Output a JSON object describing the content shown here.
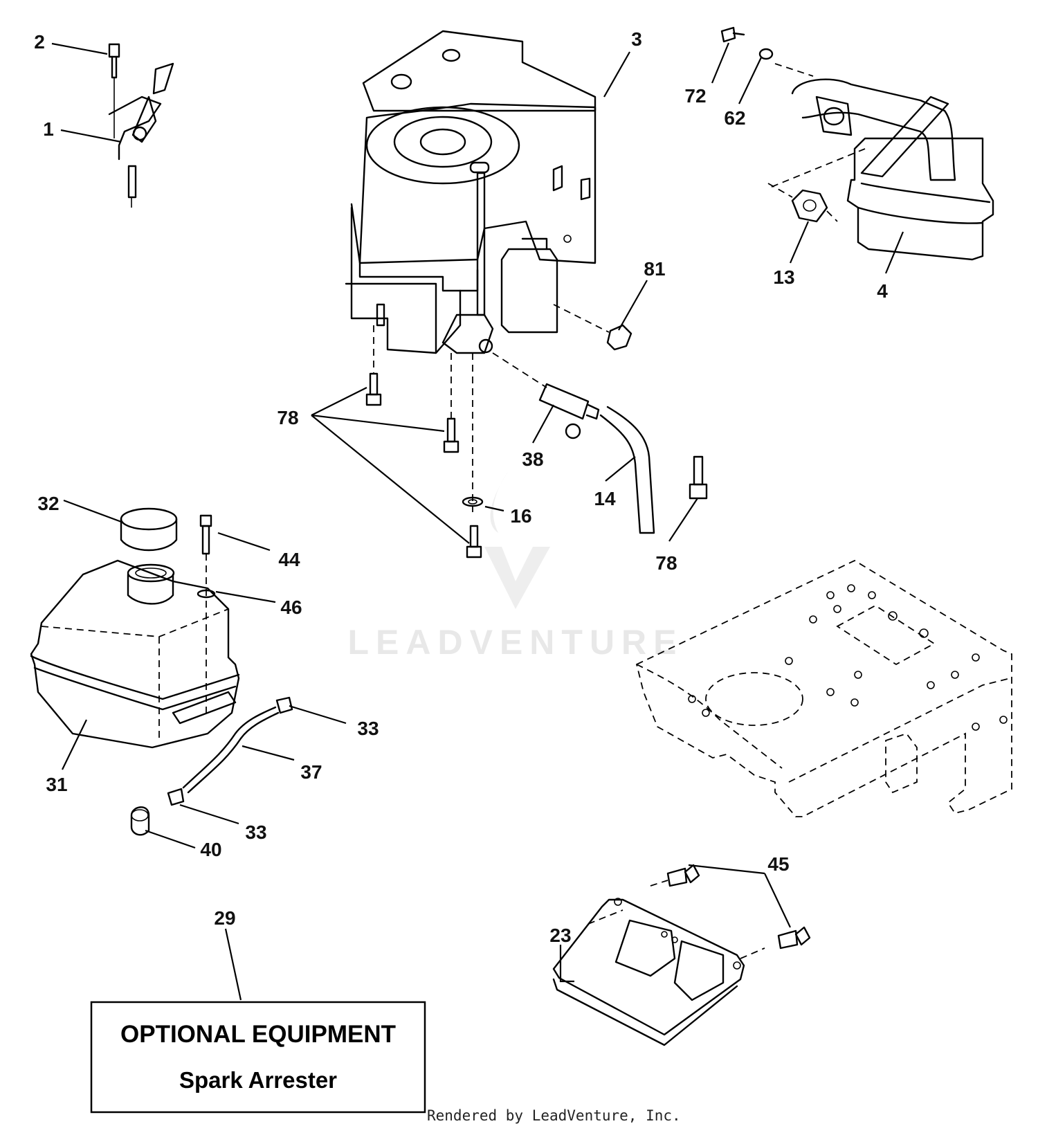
{
  "callouts": {
    "c1": "1",
    "c2": "2",
    "c3": "3",
    "c4": "4",
    "c13": "13",
    "c14": "14",
    "c16": "16",
    "c23": "23",
    "c29": "29",
    "c31": "31",
    "c32": "32",
    "c33a": "33",
    "c33b": "33",
    "c37": "37",
    "c38": "38",
    "c40": "40",
    "c44": "44",
    "c45": "45",
    "c46": "46",
    "c62": "62",
    "c72": "72",
    "c78a": "78",
    "c78b": "78",
    "c81": "81"
  },
  "optional_box": {
    "title": "OPTIONAL EQUIPMENT",
    "subtitle": "Spark Arrester"
  },
  "watermark": "LEADVENTURE",
  "credit": "Rendered by LeadVenture, Inc."
}
